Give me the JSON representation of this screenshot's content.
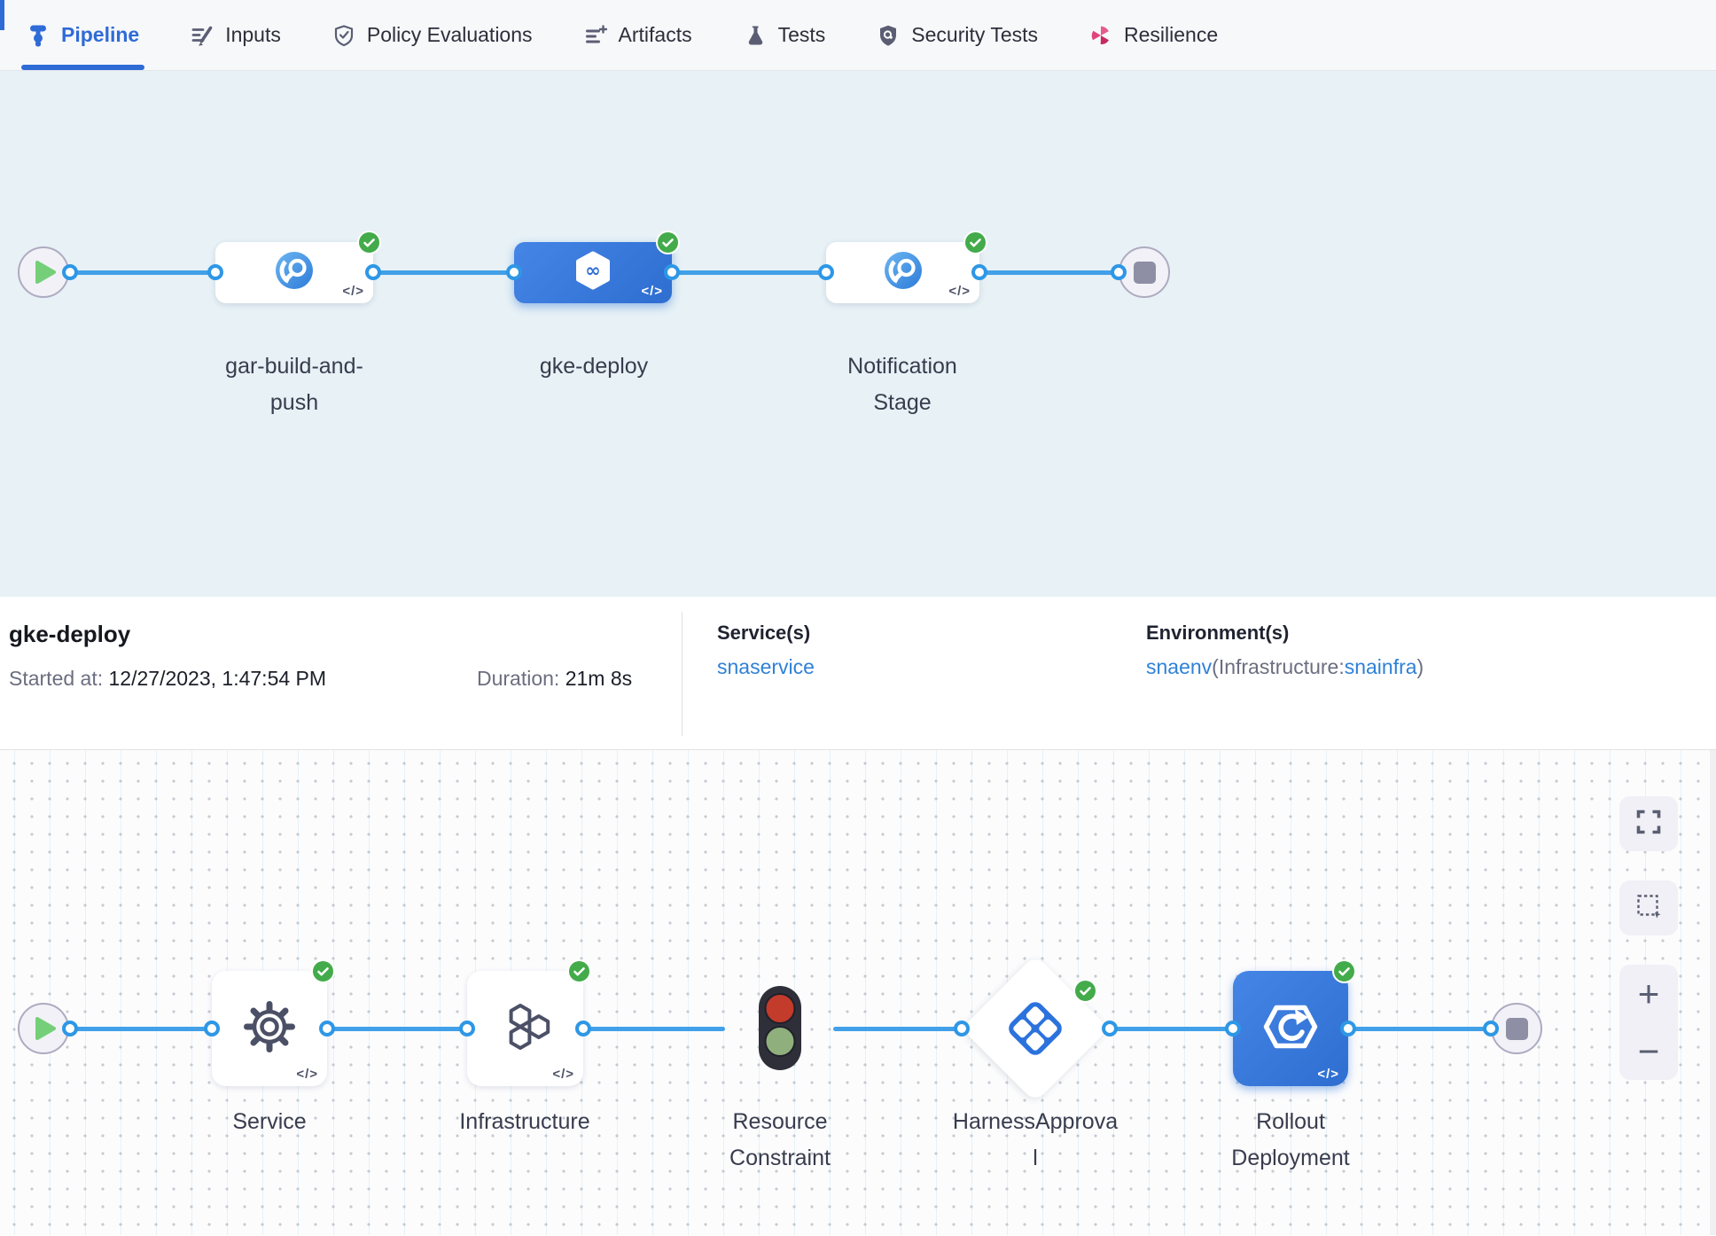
{
  "tabs": [
    {
      "label": "Pipeline",
      "icon": "pipeline-icon",
      "active": true
    },
    {
      "label": "Inputs",
      "icon": "inputs-icon",
      "active": false
    },
    {
      "label": "Policy Evaluations",
      "icon": "policy-shield-icon",
      "active": false
    },
    {
      "label": "Artifacts",
      "icon": "artifacts-list-icon",
      "active": false
    },
    {
      "label": "Tests",
      "icon": "flask-icon",
      "active": false
    },
    {
      "label": "Security Tests",
      "icon": "security-shield-icon",
      "active": false
    },
    {
      "label": "Resilience",
      "icon": "resilience-pinwheel-icon",
      "active": false
    }
  ],
  "stage_graph": {
    "code_badge": "</>",
    "stages": [
      {
        "name": "gar-build-and-push",
        "status": "success",
        "selected": false,
        "icon": "build-stage-icon"
      },
      {
        "name": "gke-deploy",
        "status": "success",
        "selected": true,
        "icon": "deploy-stage-icon"
      },
      {
        "name": "Notification Stage",
        "status": "success",
        "selected": false,
        "icon": "custom-stage-icon"
      }
    ]
  },
  "details": {
    "title": "gke-deploy",
    "started_label": "Started at:",
    "started_value": "12/27/2023, 1:47:54 PM",
    "duration_label": "Duration:",
    "duration_value": "21m 8s",
    "services_label": "Service(s)",
    "service_name": "snaservice",
    "environments_label": "Environment(s)",
    "environment_name": "snaenv",
    "infra_prefix": "(Infrastructure:",
    "infra_name": "snainfra",
    "infra_suffix": ")"
  },
  "execution_graph": {
    "code_badge": "</>",
    "steps": [
      {
        "name": "Service",
        "status": "success",
        "icon": "gear-icon"
      },
      {
        "name": "Infrastructure",
        "status": "success",
        "icon": "hexagons-icon"
      },
      {
        "name": "Resource Constraint",
        "status": "none",
        "icon": "traffic-light-icon"
      },
      {
        "name": "HarnessApproval",
        "status": "success",
        "icon": "approval-diamond-icon"
      },
      {
        "name": "Rollout Deployment",
        "status": "success",
        "icon": "rollout-icon"
      }
    ]
  },
  "controls": {
    "zoom_in_label": "+",
    "zoom_out_label": "−"
  },
  "colors": {
    "accent_blue": "#2e6bd6",
    "link_blue": "#2f81d6",
    "connector_blue": "#41a0e8",
    "success_green": "#43ab4a",
    "selected_stage_blue": "#3673d9",
    "resilience_pink": "#d9356f",
    "stage_canvas_bg": "#e7f1f6",
    "traffic_red": "#c23b2b",
    "traffic_green": "#8fb07d"
  }
}
